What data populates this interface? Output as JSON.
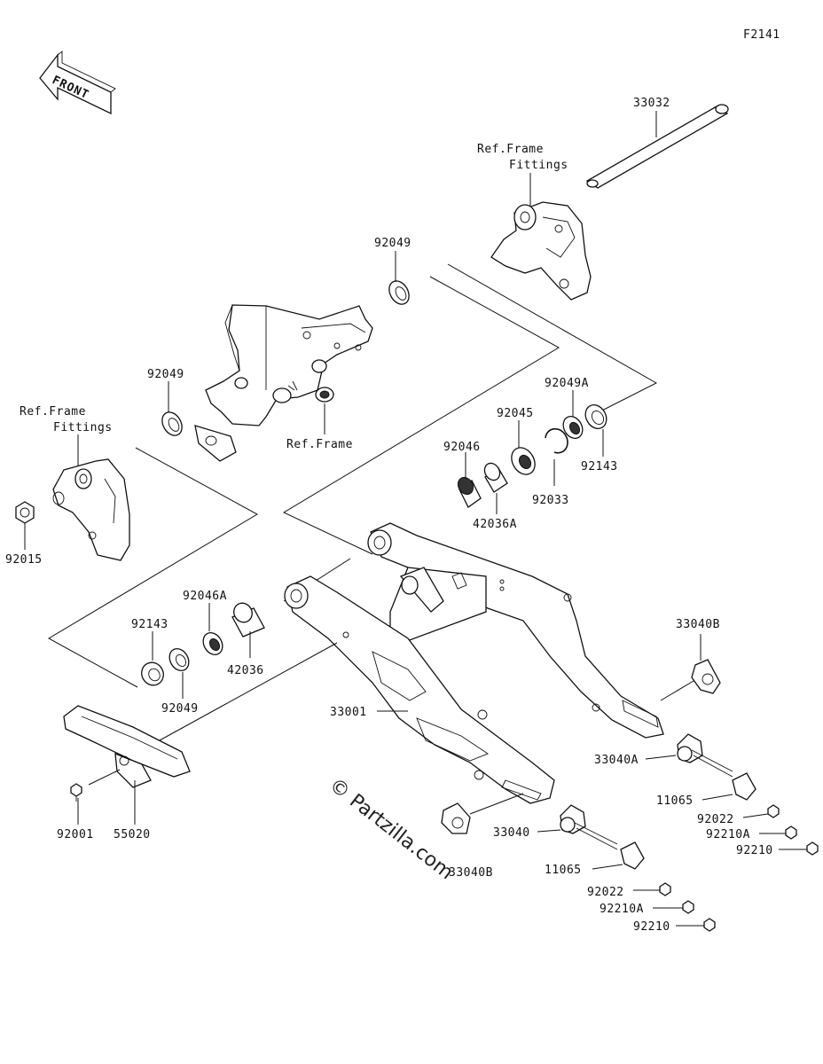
{
  "diagram_id": "F2141",
  "front_label": "FRONT",
  "watermark": "© Partzilla.com",
  "labels": {
    "p33032": "33032",
    "ref_frame_fittings_top_1": "Ref.Frame",
    "ref_frame_fittings_top_2": "Fittings",
    "p92049_top": "92049",
    "p92049_left": "92049",
    "ref_frame_mid": "Ref.Frame",
    "p92049a": "92049A",
    "p92045": "92045",
    "p92046": "92046",
    "p92143_right": "92143",
    "p92033": "92033",
    "p42036a": "42036A",
    "ref_frame_fittings_left_1": "Ref.Frame",
    "ref_frame_fittings_left_2": "Fittings",
    "p92015": "92015",
    "p92046a": "92046A",
    "p92143_left": "92143",
    "p42036": "42036",
    "p92049_bottom": "92049",
    "p33040b_right": "33040B",
    "p33001": "33001",
    "p33040a": "33040A",
    "p11065_right": "11065",
    "p92022_right": "92022",
    "p92210a_right": "92210A",
    "p92210_right": "92210",
    "p92001": "92001",
    "p55020": "55020",
    "p33040": "33040",
    "p33040b_bottom": "33040B",
    "p11065_bottom": "11065",
    "p92022_bottom": "92022",
    "p92210a_bottom": "92210A",
    "p92210_bottom": "92210"
  }
}
